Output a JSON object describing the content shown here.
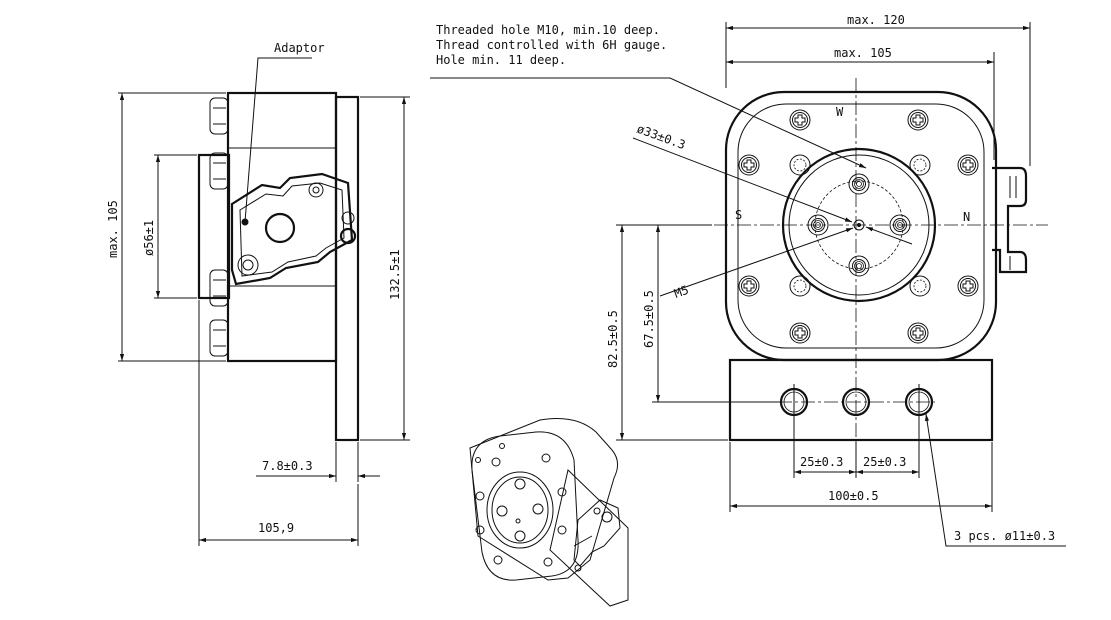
{
  "drawing": {
    "notes": {
      "threaded_hole": [
        "Threaded hole M10, min.10 deep.",
        "Thread controlled with 6H gauge.",
        "Hole min. 11 deep."
      ],
      "adaptor": "Adaptor",
      "holes": "3 pcs. ø11±0.3"
    },
    "dims": {
      "max_120": "max. 120",
      "max_105_top": "max. 105",
      "dia_33": "ø33±0.3",
      "m5": "M5",
      "dim_82_5": "82.5±0.5",
      "dim_67_5": "67.5±0.5",
      "dim_25_a": "25±0.3",
      "dim_25_b": "25±0.3",
      "dim_100": "100±0.5",
      "max_105_side": "max. 105",
      "dia_56": "ø56±1",
      "dim_132_5": "132.5±1",
      "dim_7_8": "7.8±0.3",
      "dim_105_9": "105,9"
    },
    "directions": {
      "w": "W",
      "s": "S",
      "n": "N"
    }
  }
}
